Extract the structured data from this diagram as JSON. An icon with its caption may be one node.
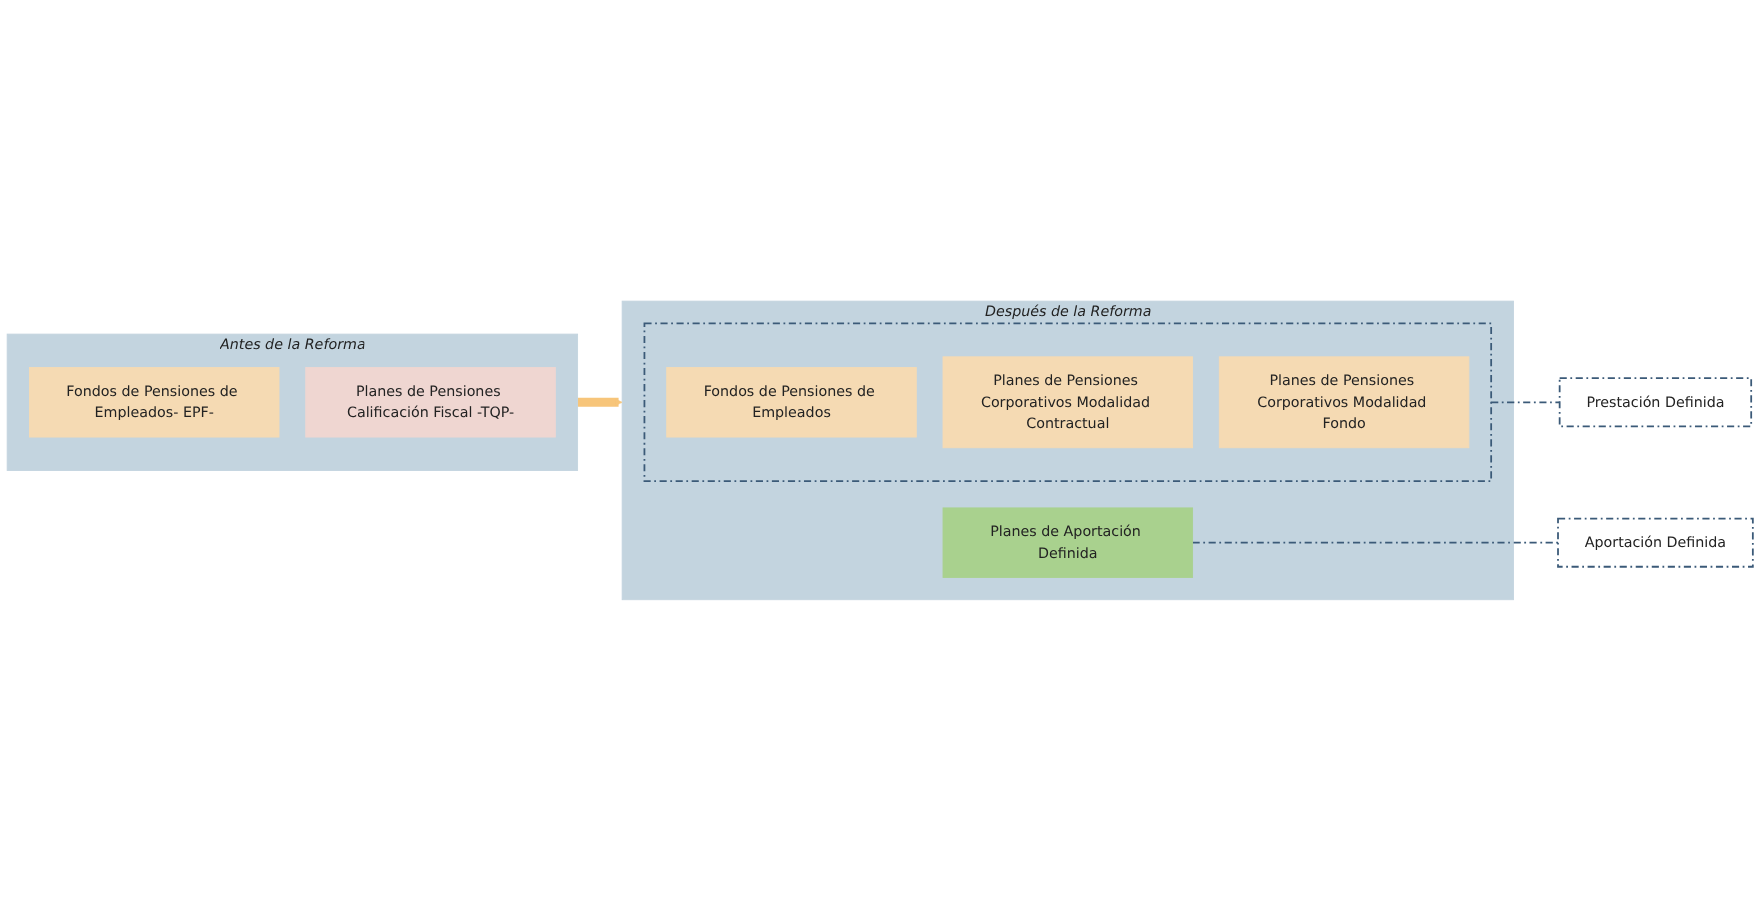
{
  "diagram": {
    "nodes": [
      {
        "text": [
          "Antes de la Reforma"
        ]
      },
      {
        "text": [
          "Fondos de Pensiones de Empleados- EPF-"
        ],
        "in": 0
      },
      {
        "text": [
          "Planes de Pensiones Calificación Fiscal -TQP-"
        ],
        "in": 0
      },
      {
        "text": [
          "Después  de la Reforma"
        ]
      },
      {
        "text": [],
        "shape": "box",
        "in": 3
      },
      {
        "text": [
          "Fondos de Pensiones de Empleados"
        ],
        "in": 4
      },
      {
        "text": [
          "Planes de Pensiones Corporativos Modalidad Contractual"
        ],
        "in": 4
      },
      {
        "text": [
          "Planes de Pensiones Corporativos Modalidad Fondo"
        ],
        "in": 4
      },
      {
        "text": [
          "Planes de Aportación Definida"
        ],
        "in": 3
      },
      {
        "text": [
          "Prestación Definida"
        ]
      },
      {
        "text": [
          "Aportación Definida"
        ]
      }
    ],
    "edges": [
      {
        "from": 0,
        "to": 3,
        "arrow": "to",
        "style": "thick",
        "color": "#f7c57a"
      },
      {
        "from": 4,
        "to": 9,
        "arrow": "none",
        "style": "dashed"
      },
      {
        "from": 8,
        "to": 10,
        "arrow": "none",
        "style": "dashed"
      }
    ]
  }
}
